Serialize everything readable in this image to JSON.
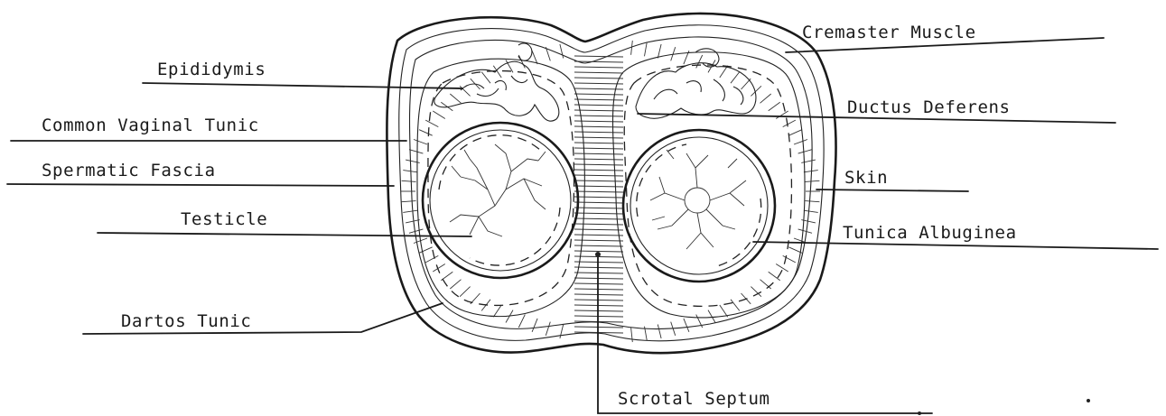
{
  "labels": {
    "epididymis": "Epididymis",
    "common_vaginal_tunic": "Common Vaginal Tunic",
    "spermatic_fascia": "Spermatic Fascia",
    "testicle": "Testicle",
    "dartos_tunic": "Dartos Tunic",
    "cremaster_muscle": "Cremaster Muscle",
    "ductus_deferens": "Ductus Deferens",
    "skin": "Skin",
    "tunica_albuginea": "Tunica Albuginea",
    "scrotal_septum": "Scrotal Septum"
  }
}
